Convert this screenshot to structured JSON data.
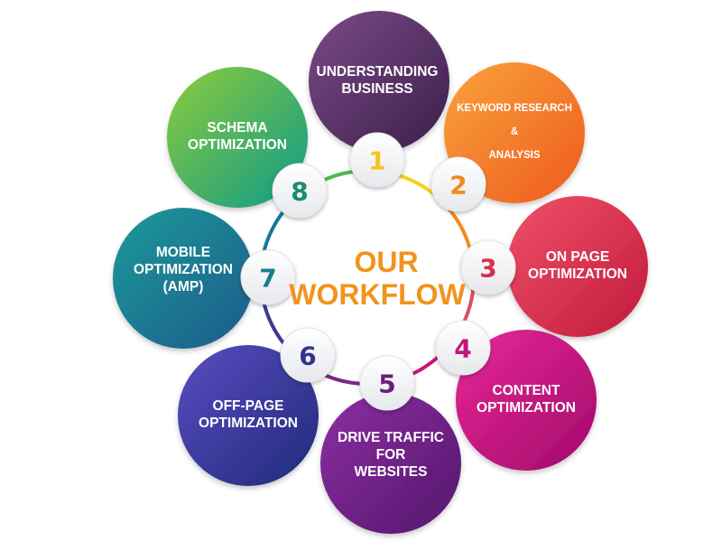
{
  "title": {
    "line1": "OUR",
    "line2": "WORKFLOW",
    "color": "#f2931c"
  },
  "ring_segment_colors": [
    "#f4d21f",
    "#f48a1f",
    "#e04e5e",
    "#c9157a",
    "#7b2687",
    "#3d3b91",
    "#14789a",
    "#4fb74e"
  ],
  "steps": [
    {
      "number": "1",
      "lines": [
        "UNDERSTANDING",
        "BUSINESS"
      ],
      "color_from": "#7a4a86",
      "color_to": "#3c1f4c",
      "number_color": "#f4c51f"
    },
    {
      "number": "2",
      "lines": [
        "KEYWORD RESEARCH",
        "&",
        "ANALYSIS"
      ],
      "color_from": "#f9a33a",
      "color_to": "#ee5a1f",
      "number_color": "#f48a1f"
    },
    {
      "number": "3",
      "lines": [
        "ON PAGE",
        "OPTIMIZATION"
      ],
      "color_from": "#f0506a",
      "color_to": "#c01a3a",
      "number_color": "#d62f4b"
    },
    {
      "number": "4",
      "lines": [
        "CONTENT",
        "OPTIMIZATION"
      ],
      "color_from": "#e72896",
      "color_to": "#a10a6b",
      "number_color": "#c3147a"
    },
    {
      "number": "5",
      "lines": [
        "DRIVE TRAFFIC",
        "FOR",
        "WEBSITES"
      ],
      "color_from": "#8d2fa1",
      "color_to": "#53166c",
      "number_color": "#6a1d7d"
    },
    {
      "number": "6",
      "lines": [
        "OFF-PAGE",
        "OPTIMIZATION"
      ],
      "color_from": "#5a4cc0",
      "color_to": "#1f2a7a",
      "number_color": "#33348d"
    },
    {
      "number": "7",
      "lines": [
        "MOBILE",
        "OPTIMIZATION",
        "(AMP)"
      ],
      "color_from": "#1b9a9a",
      "color_to": "#1a5a8a",
      "number_color": "#177f8c"
    },
    {
      "number": "8",
      "lines": [
        "SCHEMA",
        "OPTIMIZATION"
      ],
      "color_from": "#8ccc3a",
      "color_to": "#0f9a8a",
      "number_color": "#1c8c6c"
    }
  ]
}
